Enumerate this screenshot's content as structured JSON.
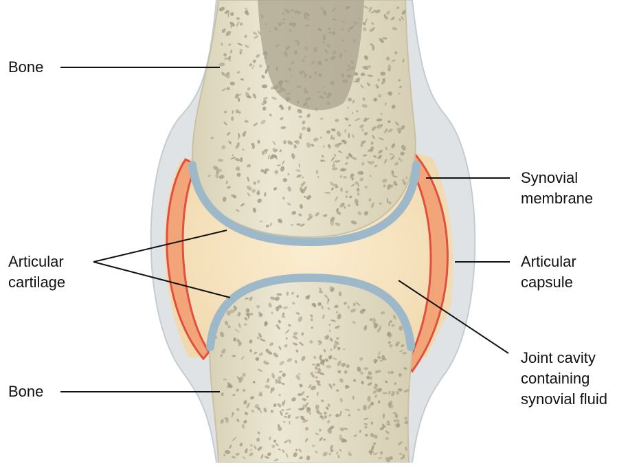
{
  "colors": {
    "bone_outer": "#e6e0c8",
    "bone_pore": "#a59c82",
    "marrow": "#9b9582",
    "cartilage": "#a7c0cf",
    "fluid": "#f6e3bf",
    "membrane": "#e9705a",
    "capsule": "#d8dde1",
    "leader_line": "#111111"
  },
  "labels": {
    "bone_top": "Bone",
    "bone_bottom": "Bone",
    "synovial_membrane": [
      "Synovial",
      "membrane"
    ],
    "articular_cartilage": [
      "Articular",
      "cartilage"
    ],
    "articular_capsule": [
      "Articular",
      "capsule"
    ],
    "joint_cavity": [
      "Joint cavity",
      "containing",
      "synovial fluid"
    ]
  }
}
